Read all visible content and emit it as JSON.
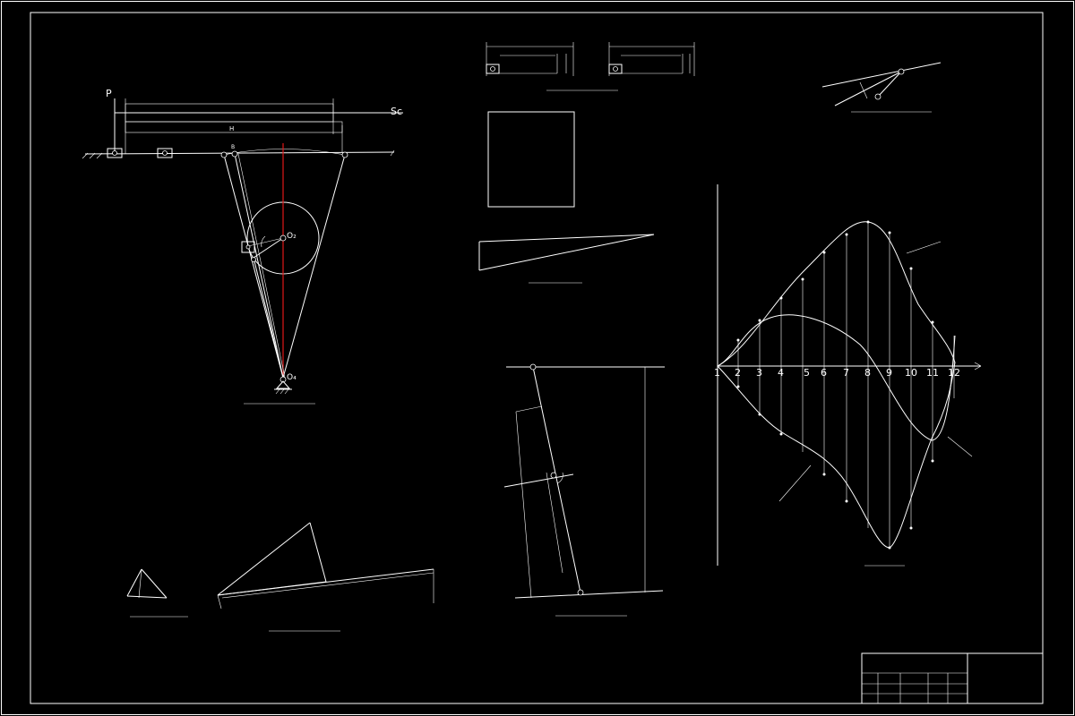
{
  "labels": {
    "p": "P",
    "sc": "Sc",
    "o2": "O₂",
    "o4": "O₄",
    "h": "H",
    "b": "B"
  },
  "axis_numbers": [
    "1",
    "2",
    "3",
    "4",
    "5",
    "6",
    "7",
    "8",
    "9",
    "10",
    "11",
    "12"
  ],
  "colors": {
    "background": "#000000",
    "line": "#ffffff",
    "center_line": "#e01818"
  }
}
